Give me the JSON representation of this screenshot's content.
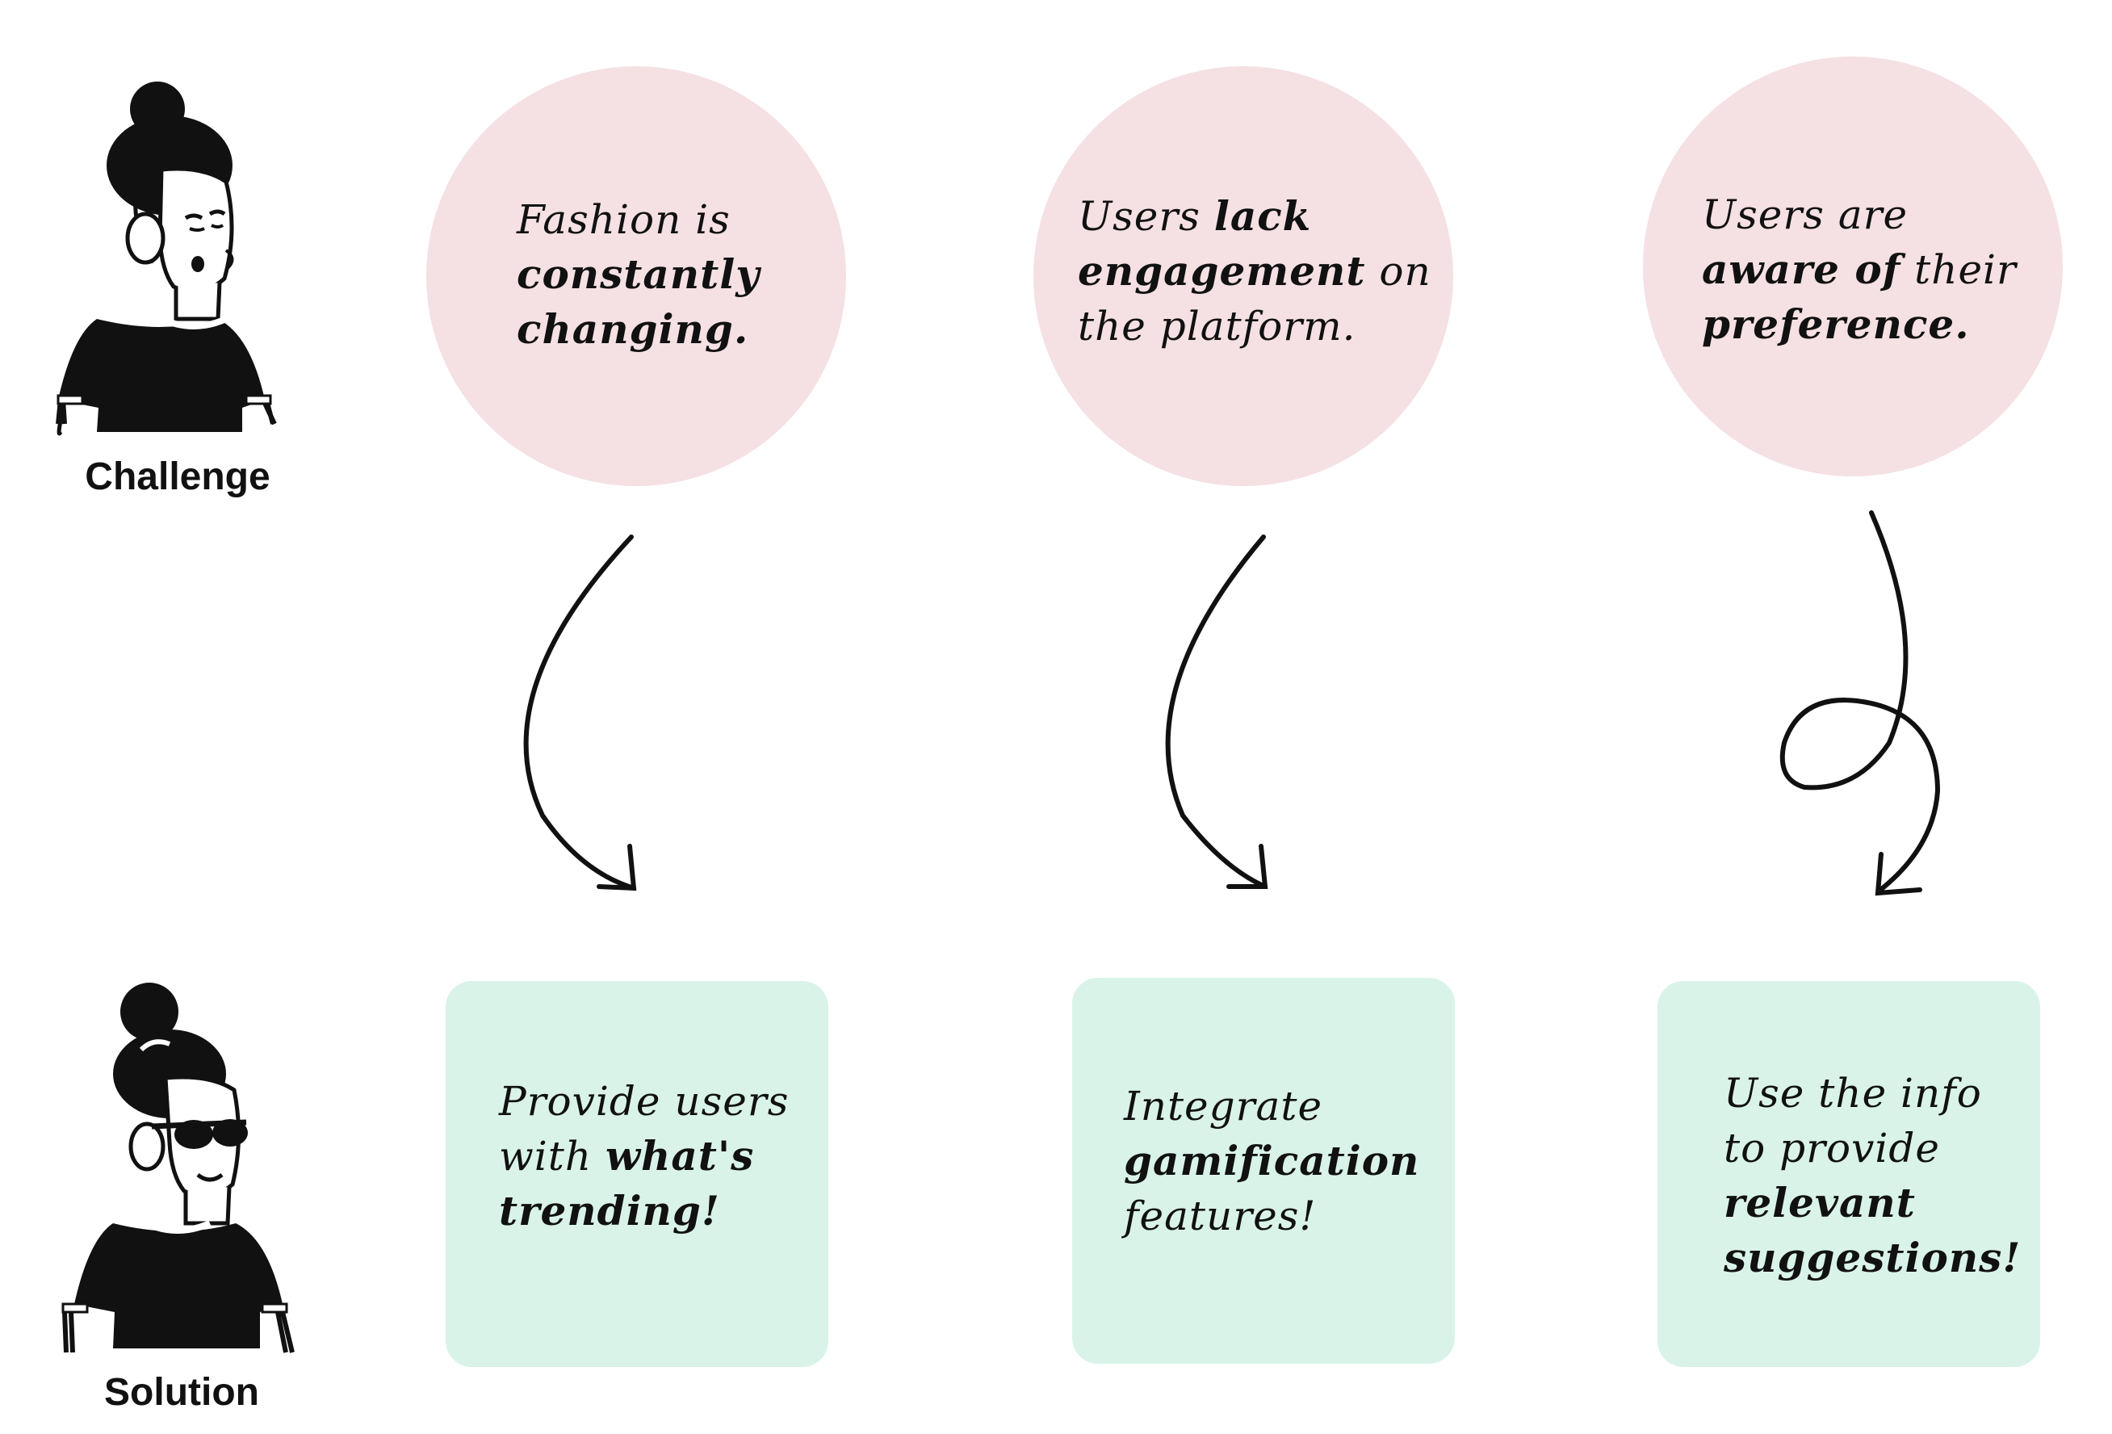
{
  "labels": {
    "challenge": "Challenge",
    "solution": "Solution"
  },
  "challenges": [
    {
      "pre": "Fashion is ",
      "bold": "constantly changing.",
      "post": ""
    },
    {
      "pre": "Users ",
      "bold": "lack engagement",
      "post": " on the platform."
    },
    {
      "pre": "Users are ",
      "bold": "aware of",
      "post": " their ",
      "bold2": "preference."
    }
  ],
  "solutions": [
    {
      "pre": "Provide users with ",
      "bold": "what's trending!",
      "post": ""
    },
    {
      "pre": "Integrate ",
      "bold": "gamification",
      "post": " features!"
    },
    {
      "pre": "Use the info to provide ",
      "bold": "relevant suggestions!",
      "post": ""
    }
  ],
  "colors": {
    "challenge_fill": "#f5e0e3",
    "solution_fill": "#d9f3e8",
    "ink": "#111111"
  },
  "icons": [
    "frowning-person-icon",
    "cool-person-with-sunglasses-icon",
    "curved-arrow-icon",
    "loop-arrow-icon"
  ]
}
